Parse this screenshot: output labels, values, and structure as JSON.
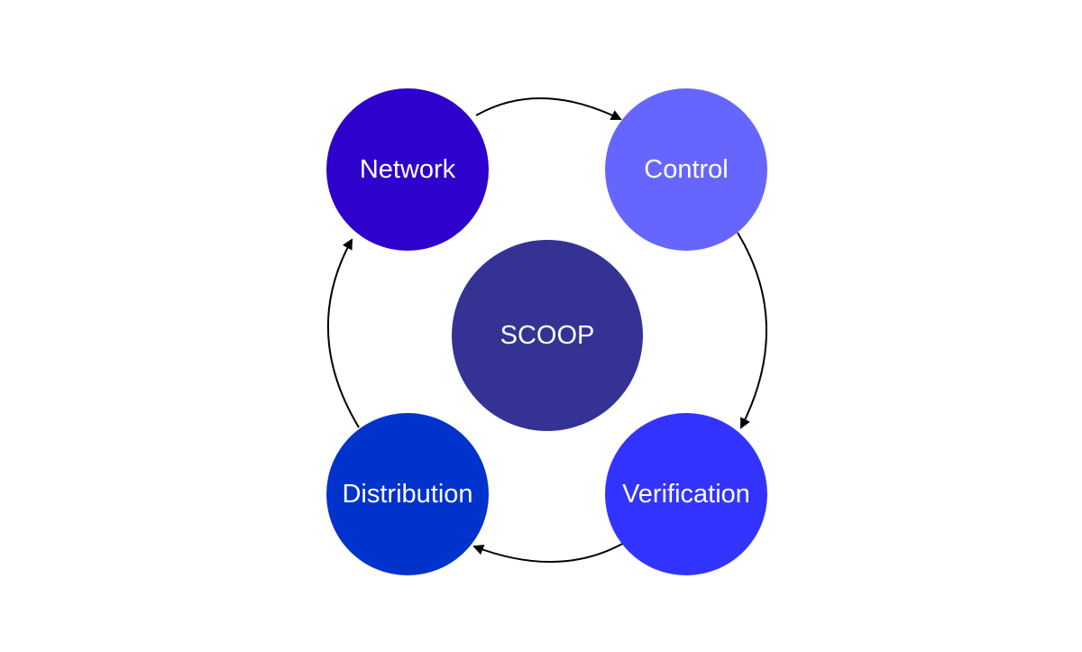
{
  "diagram": {
    "center": {
      "label": "SCOOP",
      "color": "#343394"
    },
    "nodes": [
      {
        "id": "network",
        "label": "Network",
        "color": "#2e01cc"
      },
      {
        "id": "control",
        "label": "Control",
        "color": "#6666ff"
      },
      {
        "id": "verification",
        "label": "Verification",
        "color": "#3333ff"
      },
      {
        "id": "distribution",
        "label": "Distribution",
        "color": "#0033cb"
      }
    ],
    "cycle": [
      "network",
      "control",
      "verification",
      "distribution",
      "network"
    ],
    "arrow_color": "#000000",
    "background": "#ffffff"
  }
}
